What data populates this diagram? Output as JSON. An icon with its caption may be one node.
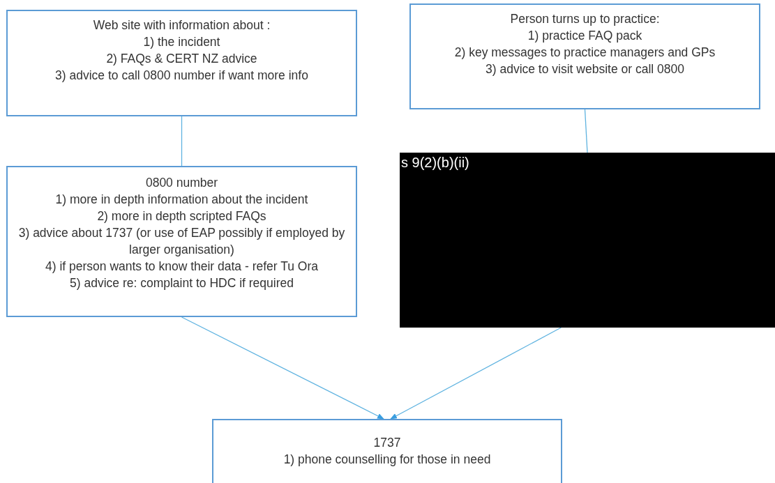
{
  "diagram": {
    "nodes": [
      {
        "text": [
          "Web site with information about :",
          "1) the incident",
          "2) FAQs & CERT NZ advice",
          "3) advice to call 0800 number if want more info"
        ]
      },
      {
        "text": [
          "Person turns up to practice:",
          "1) practice FAQ pack",
          "2) key messages to practice managers and GPs",
          "3) advice to visit website or call 0800"
        ]
      },
      {
        "text": [
          "0800 number",
          "1) more in depth information about the incident",
          "2) more in depth scripted FAQs",
          "3) advice about 1737 (or use of EAP possibly if employed by larger organisation)",
          "4) if person wants to know their data - refer Tu Ora",
          "5) advice re: complaint to HDC if required"
        ]
      },
      {
        "text": [
          "s 9(2)(b)(ii)"
        ]
      },
      {
        "text": [
          "1737",
          "1) phone counselling for those in need"
        ]
      }
    ],
    "edges": [
      {
        "from": 0,
        "to": 2,
        "arrow": "none"
      },
      {
        "from": 1,
        "to": 3,
        "arrow": "none"
      },
      {
        "from": 2,
        "to": 4,
        "arrow": "to"
      },
      {
        "from": 3,
        "to": 4,
        "arrow": "to"
      }
    ]
  }
}
